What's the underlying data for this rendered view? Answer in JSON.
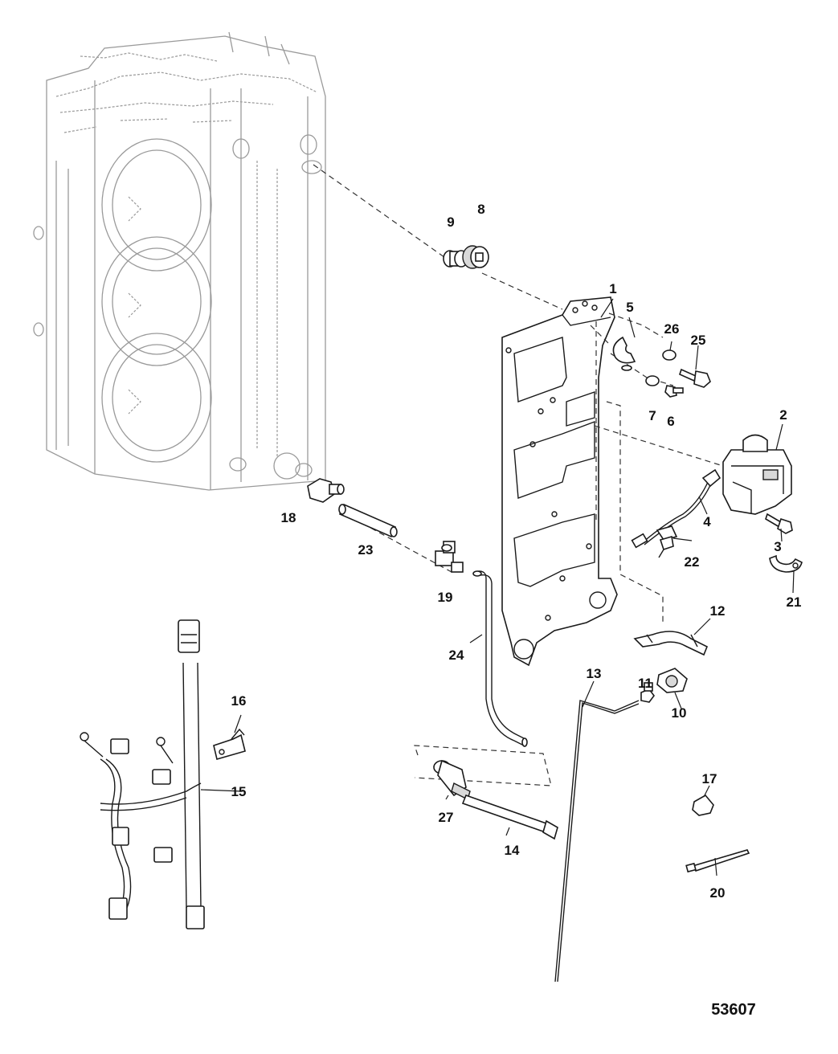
{
  "callouts": {
    "c1": "1",
    "c2": "2",
    "c3": "3",
    "c4": "4",
    "c5": "5",
    "c6": "6",
    "c7": "7",
    "c8": "8",
    "c9": "9",
    "c10": "10",
    "c11": "11",
    "c12": "12",
    "c13": "13",
    "c14": "14",
    "c15": "15",
    "c16": "16",
    "c17": "17",
    "c18": "18",
    "c19": "19",
    "c20": "20",
    "c21": "21",
    "c22": "22",
    "c23": "23",
    "c24": "24",
    "c25": "25",
    "c26": "26",
    "c27": "27"
  },
  "figure_number": "53607"
}
